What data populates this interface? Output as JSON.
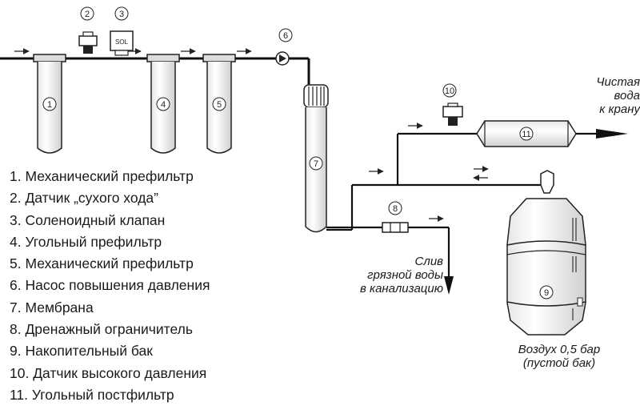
{
  "diagram": {
    "markers": [
      "1",
      "2",
      "3",
      "4",
      "5",
      "6",
      "7",
      "8",
      "9",
      "10",
      "11"
    ],
    "solenoid_text": "SOL",
    "clean_water_label": [
      "Чистая",
      "вода",
      "к крану"
    ],
    "drain_label": [
      "Слив",
      "грязной воды",
      "в канализацию"
    ],
    "tank_label": [
      "Воздух 0,5 бар",
      "(пустой бак)"
    ]
  },
  "legend": [
    "1. Механический префильтр",
    "2. Датчик „сухого хода”",
    "3. Соленоидный клапан",
    "4. Угольный префильтр",
    "5. Механический префильтр",
    "6. Насос повышения давления",
    "7. Мембрана",
    "8. Дренажный ограничитель",
    "9. Накопительный бак",
    "10. Датчик высокого давления",
    "11. Угольный постфильтр"
  ]
}
